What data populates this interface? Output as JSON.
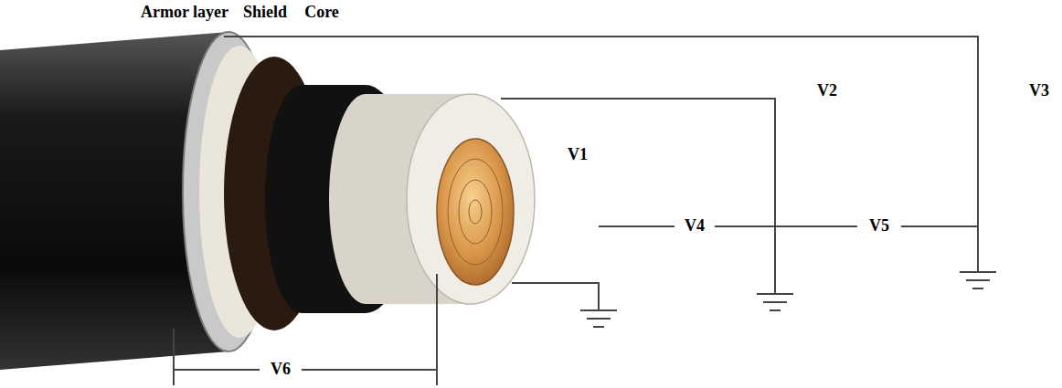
{
  "diagram": {
    "labels": [
      "Armor layer",
      "Shield",
      "Core",
      "V1",
      "V2",
      "V3",
      "V4",
      "V5",
      "V6"
    ]
  }
}
